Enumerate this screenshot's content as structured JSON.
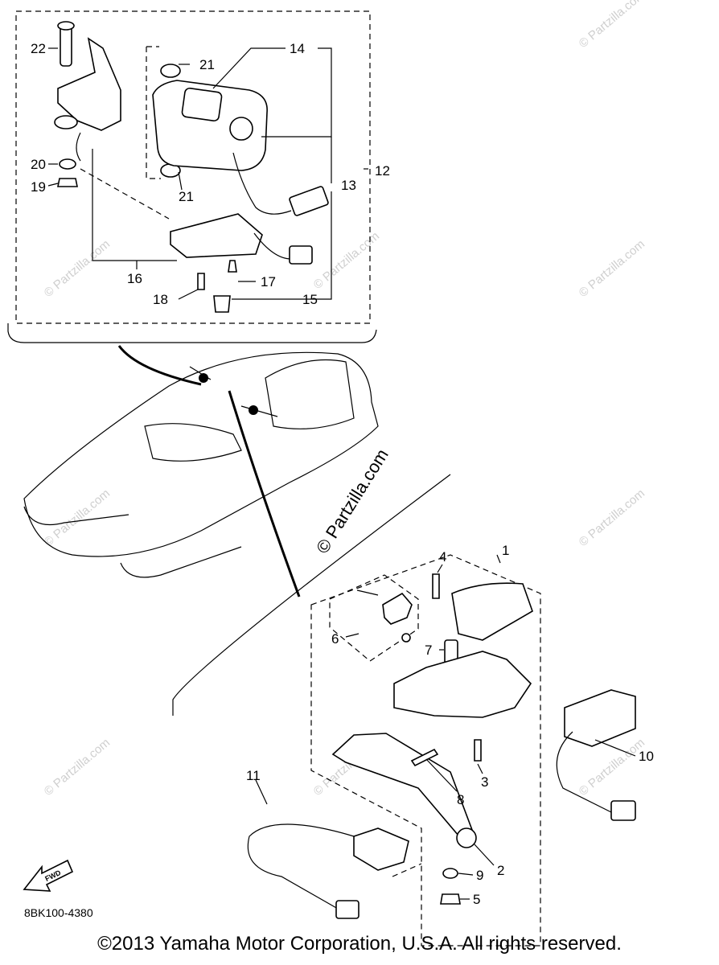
{
  "diagram": {
    "callouts_top": [
      {
        "id": "c22",
        "label": "22"
      },
      {
        "id": "c21a",
        "label": "21"
      },
      {
        "id": "c14",
        "label": "14"
      },
      {
        "id": "c20",
        "label": "20"
      },
      {
        "id": "c19",
        "label": "19"
      },
      {
        "id": "c21b",
        "label": "21"
      },
      {
        "id": "c13",
        "label": "13"
      },
      {
        "id": "c12",
        "label": "12"
      },
      {
        "id": "c16",
        "label": "16"
      },
      {
        "id": "c17",
        "label": "17"
      },
      {
        "id": "c18",
        "label": "18"
      },
      {
        "id": "c15",
        "label": "15"
      }
    ],
    "callouts_bottom": [
      {
        "id": "c1",
        "label": "1"
      },
      {
        "id": "c4",
        "label": "4"
      },
      {
        "id": "c6",
        "label": "6"
      },
      {
        "id": "c7",
        "label": "7"
      },
      {
        "id": "c10",
        "label": "10"
      },
      {
        "id": "c3",
        "label": "3"
      },
      {
        "id": "c8",
        "label": "8"
      },
      {
        "id": "c11",
        "label": "11"
      },
      {
        "id": "c2",
        "label": "2"
      },
      {
        "id": "c9",
        "label": "9"
      },
      {
        "id": "c5",
        "label": "5"
      }
    ],
    "fwd_label": "FWD",
    "part_code": "8BK100-4380",
    "watermark_main": "© Partzilla.com",
    "watermark_faint": "© Partzilla.com"
  },
  "footer": {
    "copyright": "©2013 Yamaha Motor Corporation, U.S.A. All rights reserved."
  }
}
